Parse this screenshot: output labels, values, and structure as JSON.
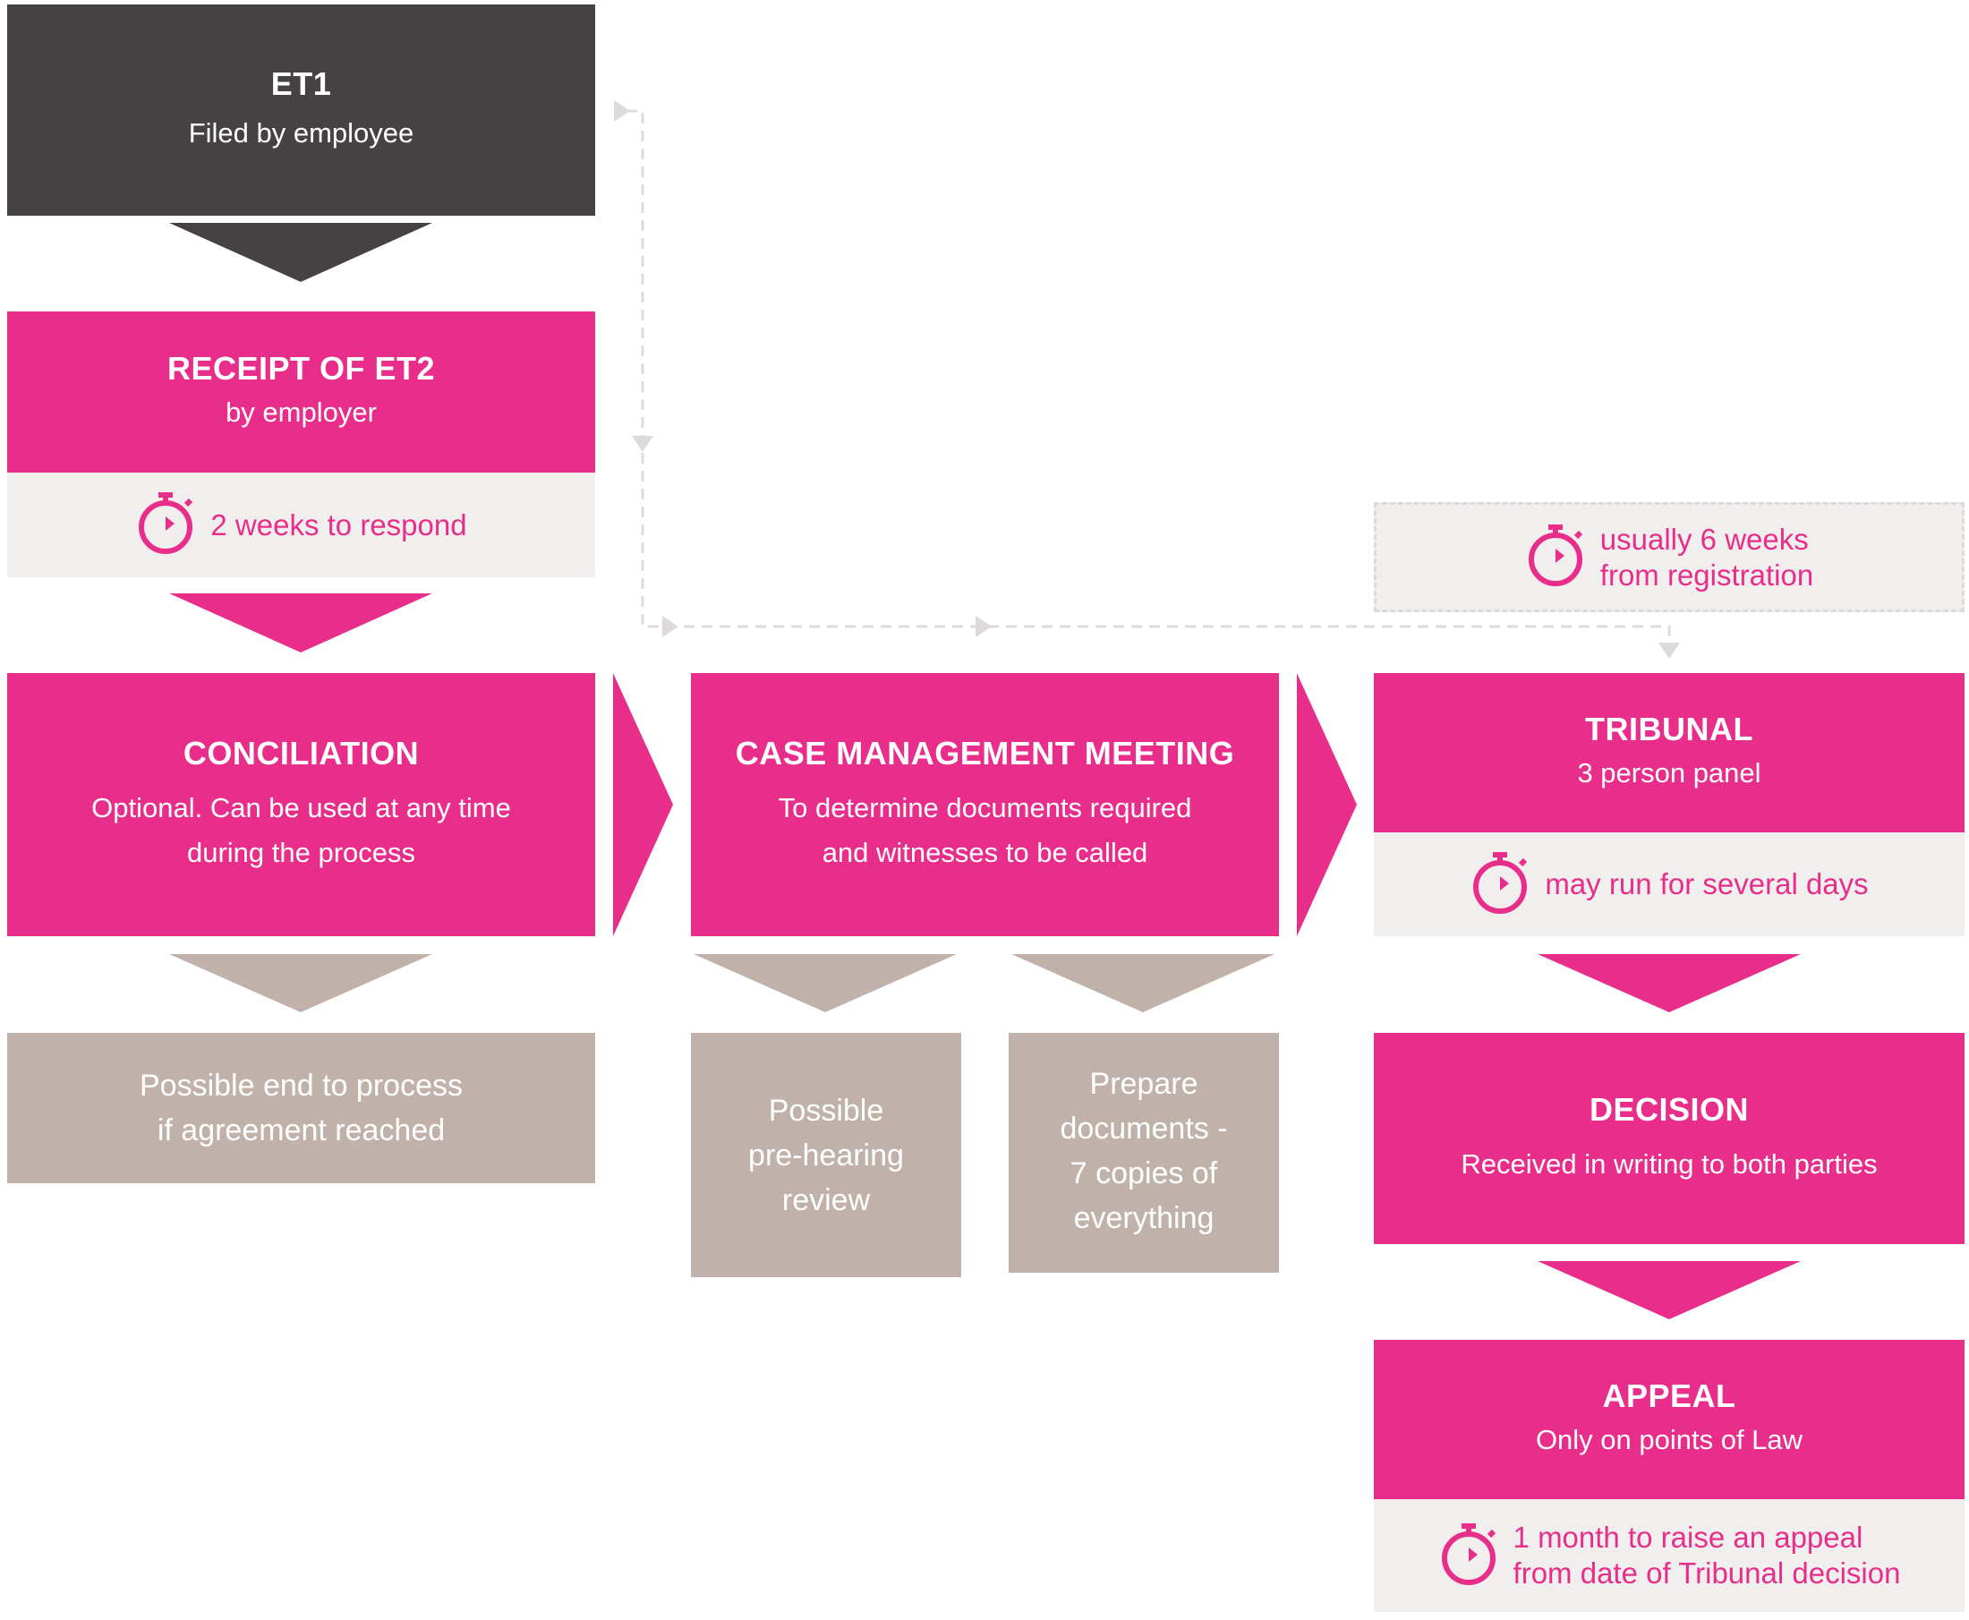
{
  "colors": {
    "dark": "#464244",
    "pink": "#e82d8b",
    "taupe": "#c1b1ab",
    "light_grey": "#f1efee",
    "dashed": "#dedad9"
  },
  "et1": {
    "title": "ET1",
    "subtitle": "Filed by employee"
  },
  "et2": {
    "title": "RECEIPT OF ET2",
    "subtitle": "by employer",
    "timer": "2 weeks to respond"
  },
  "conciliation": {
    "title": "CONCILIATION",
    "line1": "Optional. Can be used at any time",
    "line2": "during the process"
  },
  "conciliation_outcome": {
    "line1": "Possible end to process",
    "line2": "if agreement reached"
  },
  "cmm": {
    "title": "CASE MANAGEMENT MEETING",
    "line1": "To determine documents required",
    "line2": "and witnesses to be called"
  },
  "prehearing": {
    "line1": "Possible",
    "line2": "pre-hearing",
    "line3": "review"
  },
  "prepare": {
    "line1": "Prepare",
    "line2": "documents -",
    "line3": "7 copies of",
    "line4": "everything"
  },
  "registration_note": {
    "line1": "usually 6 weeks",
    "line2": "from registration"
  },
  "tribunal": {
    "title": "TRIBUNAL",
    "subtitle": "3 person panel",
    "timer": "may run for several days"
  },
  "decision": {
    "title": "DECISION",
    "subtitle": "Received in writing to both parties"
  },
  "appeal": {
    "title": "APPEAL",
    "subtitle": "Only on points of Law",
    "timer_line1": "1 month to raise an appeal",
    "timer_line2": "from date of Tribunal decision"
  },
  "icons": {
    "timer": "stopwatch-icon"
  }
}
